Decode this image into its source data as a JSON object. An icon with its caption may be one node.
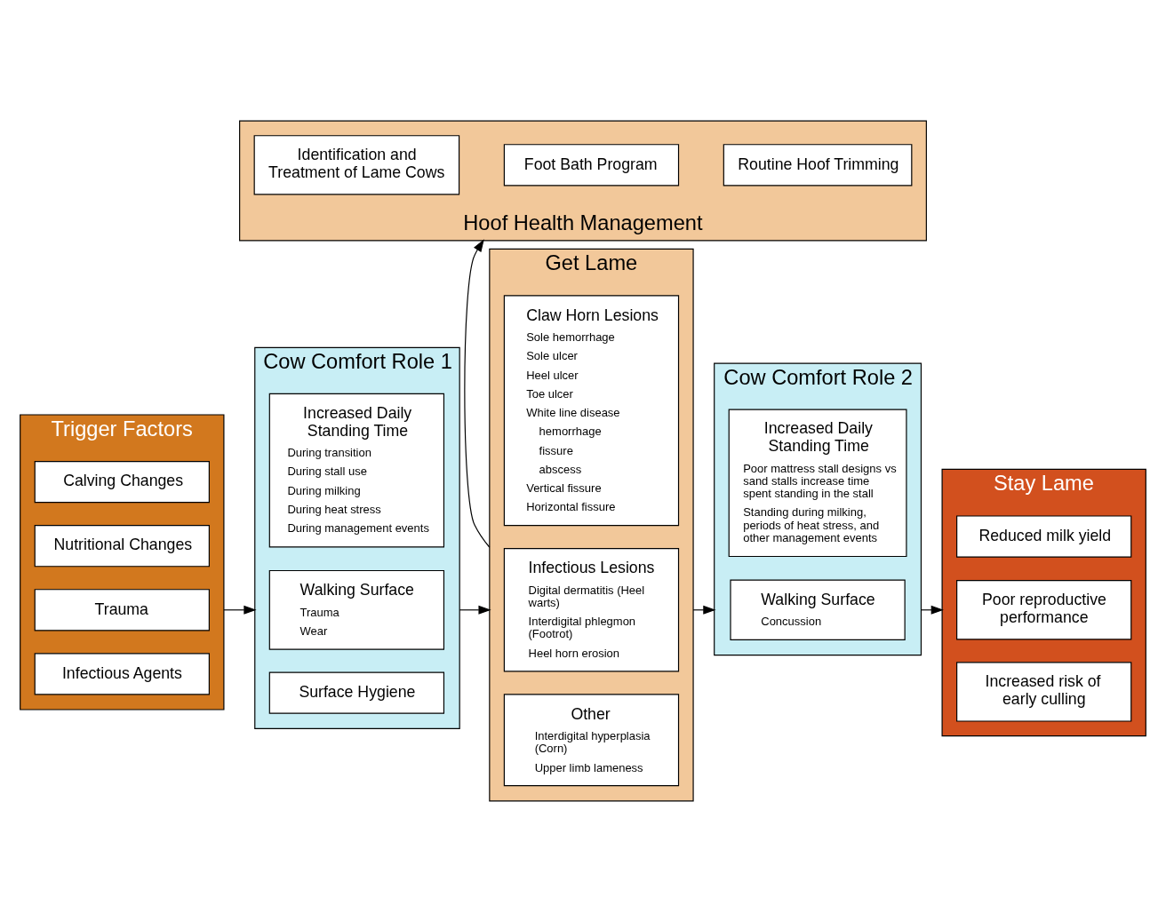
{
  "diagram": {
    "nodes": [
      {
        "text": [
          "Trigger Factors"
        ]
      },
      {
        "text": [
          "Calving Changes"
        ],
        "in": 0
      },
      {
        "text": [
          "Nutritional Changes"
        ],
        "in": 0
      },
      {
        "text": [
          "Trauma"
        ],
        "in": 0
      },
      {
        "text": [
          "Infectious Agents"
        ],
        "in": 0
      },
      {
        "text": [
          "Cow Comfort Role 1"
        ]
      },
      {
        "text": [
          "Increased Daily Standing Time",
          "During transition",
          "During stall use",
          "During milking",
          "During heat stress",
          "During management events"
        ],
        "in": 5
      },
      {
        "text": [
          "Walking Surface",
          "Trauma",
          "Wear"
        ],
        "in": 5
      },
      {
        "text": [
          "Surface Hygiene"
        ],
        "in": 5
      },
      {
        "text": [
          "Get Lame"
        ]
      },
      {
        "text": [
          "Claw Horn Lesions",
          "Sole hemorrhage",
          "Sole ulcer",
          "Heel ulcer",
          "Toe ulcer",
          "White line disease",
          "hemorrhage",
          "fissure",
          "abscess",
          "Vertical fissure",
          "Horizontal fissure"
        ],
        "in": 9
      },
      {
        "text": [
          "Infectious Lesions",
          "Digital dermatitis (Heel warts)",
          "Interdigital phlegmon (Footrot)",
          "Heel horn erosion"
        ],
        "in": 9
      },
      {
        "text": [
          "Other",
          "Interdigital hyperplasia (Corn)",
          "Upper limb lameness"
        ],
        "in": 9
      },
      {
        "text": [
          "Cow Comfort Role 2"
        ]
      },
      {
        "text": [
          "Increased Daily Standing Time",
          "Poor mattress stall designs vs sand stalls increase time spent standing in the stall",
          "Standing during milking, periods of heat stress, and other management events"
        ],
        "in": 13
      },
      {
        "text": [
          "Walking Surface",
          "Concussion"
        ],
        "in": 13
      },
      {
        "text": [
          "Stay Lame"
        ]
      },
      {
        "text": [
          "Reduced milk yield"
        ],
        "in": 16
      },
      {
        "text": [
          "Poor reproductive performance"
        ],
        "in": 16
      },
      {
        "text": [
          "Increased risk of early culling"
        ],
        "in": 16
      },
      {
        "text": [
          "Hoof Health Management"
        ]
      },
      {
        "text": [
          "Identification and Treatment of Lame Cows"
        ],
        "in": 20
      },
      {
        "text": [
          "Foot Bath Program"
        ],
        "in": 20
      },
      {
        "text": [
          "Routine Hoof Trimming"
        ],
        "in": 20
      }
    ],
    "edges": [
      {
        "from": 0,
        "to": 5,
        "arrow": "to"
      },
      {
        "from": 5,
        "to": 9,
        "arrow": "to"
      },
      {
        "from": 9,
        "to": 13,
        "arrow": "to"
      },
      {
        "from": 13,
        "to": 16,
        "arrow": "to"
      },
      {
        "from": 9,
        "to": 20,
        "arrow": "to"
      }
    ]
  }
}
